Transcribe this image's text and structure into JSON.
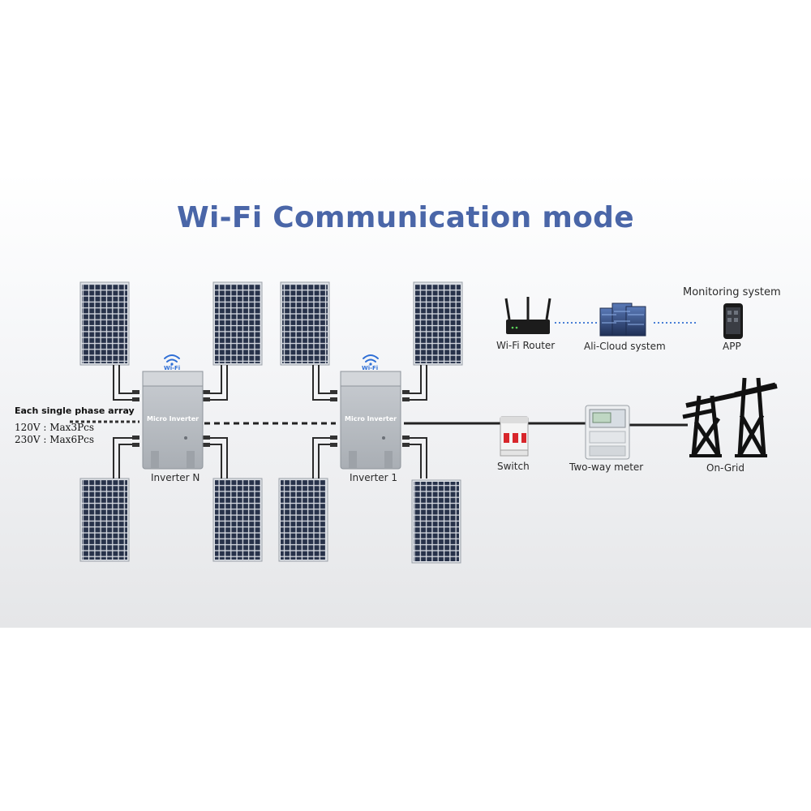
{
  "title": "Wi-Fi Communication mode",
  "array_note": {
    "heading": "Each single phase array",
    "v120": "120V : Max3Pcs",
    "v230": "230V : Max6Pcs"
  },
  "inverters": [
    {
      "id": "n",
      "label": "Inverter N",
      "wifi": "Wi-Fi",
      "brand": "Micro Inverter"
    },
    {
      "id": "1",
      "label": "Inverter 1",
      "wifi": "Wi-Fi",
      "brand": "Micro Inverter"
    }
  ],
  "grid_chain": {
    "switch": "Switch",
    "meter": "Two-way meter",
    "grid": "On-Grid"
  },
  "monitoring": {
    "heading": "Monitoring system",
    "router": "Wi-Fi Router",
    "cloud": "Ali-Cloud system",
    "app": "APP"
  },
  "colors": {
    "title": "#4a66a8",
    "panel_cell": "#2d3a52",
    "inverter_body": "#b9bec4",
    "link_dots": "#4a7fd6",
    "band_bg": "#f3f4f6"
  }
}
